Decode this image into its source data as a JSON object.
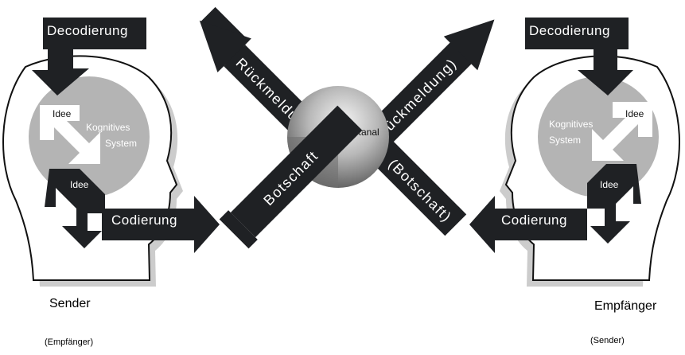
{
  "colors": {
    "arrow_fill": "#1f2124",
    "head_outline": "#111111",
    "head_shadow": "#cccccc",
    "system_circle": "#b4b4b4"
  },
  "left_person": {
    "decoding_label": "Decodierung",
    "idea_top": "Idee",
    "cognitive_line1": "Kognitives",
    "cognitive_line2": "System",
    "idea_bottom": "Idee",
    "coding_label": "Codierung",
    "role": "Sender",
    "role_alt": "(Empfänger)"
  },
  "right_person": {
    "decoding_label": "Decodierung",
    "idea_top": "Idee",
    "cognitive_line1": "Kognitives",
    "cognitive_line2": "System",
    "idea_bottom": "Idee",
    "coding_label": "Codierung",
    "role": "Empfänger",
    "role_alt": "(Sender)"
  },
  "channel": {
    "label": "Kanal",
    "arrow_feedback_left": "Rückmeldung",
    "arrow_message_left": "Botschaft",
    "arrow_feedback_right": "(Rückmeldung)",
    "arrow_message_right": "(Botschaft)"
  }
}
